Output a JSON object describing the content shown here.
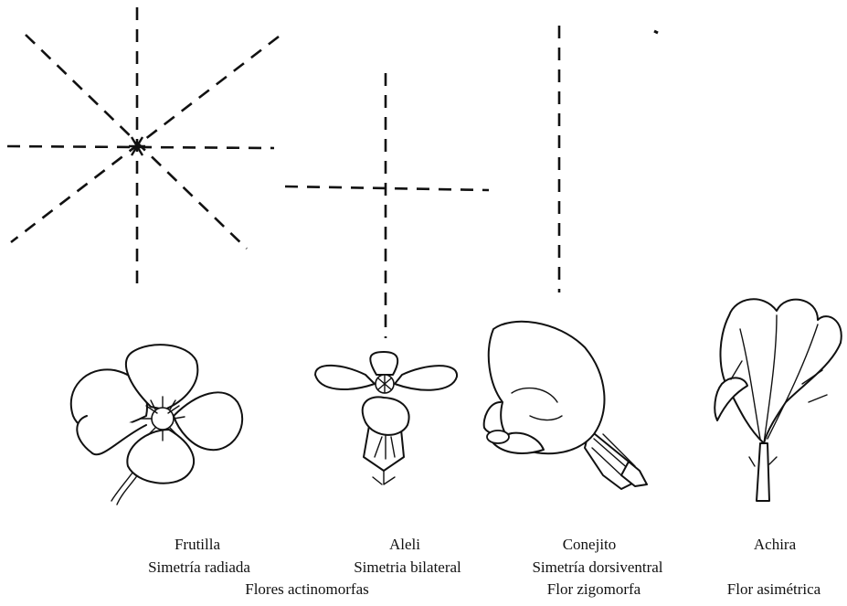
{
  "flowers": [
    {
      "name": "Frutilla",
      "symmetry": "Simetría radiada"
    },
    {
      "name": "Aleli",
      "symmetry": "Simetria bilateral"
    },
    {
      "name": "Conejito",
      "symmetry": "Simetría dorsiventral",
      "type": "Flor zigomorfa"
    },
    {
      "name": "Achira",
      "type": "Flor asimétrica"
    }
  ],
  "group_label": "Flores actinomorfas"
}
